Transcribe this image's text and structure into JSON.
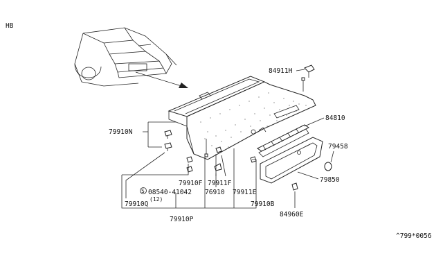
{
  "header": {
    "model_tag": "HB"
  },
  "footer": {
    "diagram_code": "^799*0056"
  },
  "callouts": {
    "p84911H": "84911H",
    "p84810": "84810",
    "p79910N": "79910N",
    "p79458": "79458",
    "p79850": "79850",
    "p79910F": "79910F",
    "p79911F": "79911F",
    "p08540": "08540-41042",
    "p08540_qty": "(12)",
    "p76910": "76910",
    "p79911E": "79911E",
    "p79910Q": "79910Q",
    "p79910B": "79910B",
    "p84960E": "84960E",
    "p79910P": "79910P"
  }
}
